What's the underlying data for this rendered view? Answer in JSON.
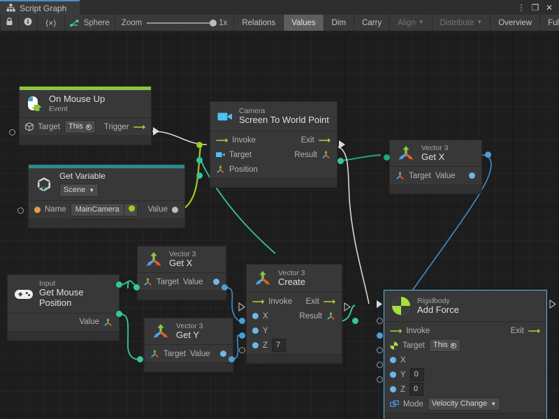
{
  "window": {
    "tab_title": "Script Graph",
    "tab_icon": "script-graph-icon",
    "buttons": [
      {
        "name": "menu-kebab-button",
        "glyph": "⋮"
      },
      {
        "name": "maximize-button",
        "glyph": "❐"
      },
      {
        "name": "close-button",
        "glyph": "✕"
      }
    ]
  },
  "toolbar": {
    "lock_icon": "lock-icon",
    "info_icon": "info-icon",
    "code_label": "⟨×⟩",
    "target_icon": "graph-target-icon",
    "target_label": "Sphere",
    "zoom_label": "Zoom",
    "zoom_value": "1x",
    "relations_label": "Relations",
    "values_label": "Values",
    "dim_label": "Dim",
    "carry_label": "Carry",
    "align_label": "Align",
    "distribute_label": "Distribute",
    "overview_label": "Overview",
    "fullscreen_label": "Full Screen"
  },
  "nodes": {
    "on_mouse_up": {
      "category": "On Mouse Up",
      "title": "Event",
      "accent": "#8cc63f",
      "icon": "mouse-up-icon",
      "target_label": "Target",
      "target_value": "This",
      "trigger_label": "Trigger"
    },
    "get_variable": {
      "category": "Get Variable",
      "accent": "#2e8b8b",
      "icon": "unity-variable-icon",
      "scope_value": "Scene",
      "name_label": "Name",
      "name_value": "MainCamera",
      "value_label": "Value"
    },
    "camera_screen_to_world": {
      "category": "Camera",
      "title": "Screen To World Point",
      "icon": "camera-icon",
      "invoke_label": "Invoke",
      "exit_label": "Exit",
      "target_label": "Target",
      "result_label": "Result",
      "position_label": "Position"
    },
    "vector3_get_x_right": {
      "category": "Vector 3",
      "title": "Get X",
      "icon": "vector3-icon",
      "target_label": "Target",
      "value_label": "Value"
    },
    "input_mouse_position": {
      "category": "Input",
      "title": "Get Mouse Position",
      "icon": "gamepad-icon",
      "value_label": "Value"
    },
    "vector3_get_x_mid": {
      "category": "Vector 3",
      "title": "Get X",
      "icon": "vector3-icon",
      "target_label": "Target",
      "value_label": "Value"
    },
    "vector3_get_y": {
      "category": "Vector 3",
      "title": "Get Y",
      "icon": "vector3-icon",
      "target_label": "Target",
      "value_label": "Value"
    },
    "vector3_create": {
      "category": "Vector 3",
      "title": "Create",
      "icon": "vector3-icon",
      "invoke_label": "Invoke",
      "exit_label": "Exit",
      "x_label": "X",
      "y_label": "Y",
      "z_label": "Z",
      "z_value": "7",
      "result_label": "Result"
    },
    "rigidbody_add_force": {
      "category": "Rigidbody",
      "title": "Add Force",
      "icon": "rigidbody-icon",
      "selected": true,
      "select_color": "#59b4e6",
      "invoke_label": "Invoke",
      "exit_label": "Exit",
      "target_label": "Target",
      "target_value": "This",
      "x_label": "X",
      "y_label": "Y",
      "y_value": "0",
      "z_label": "Z",
      "z_value": "0",
      "mode_label": "Mode",
      "mode_value": "Velocity Change"
    }
  },
  "wire_colors": {
    "control_flow": "#d8d8d8",
    "green_flow": "#9bcf1e",
    "value_green": "#35c79a",
    "value_blue": "#3f8fcf"
  }
}
